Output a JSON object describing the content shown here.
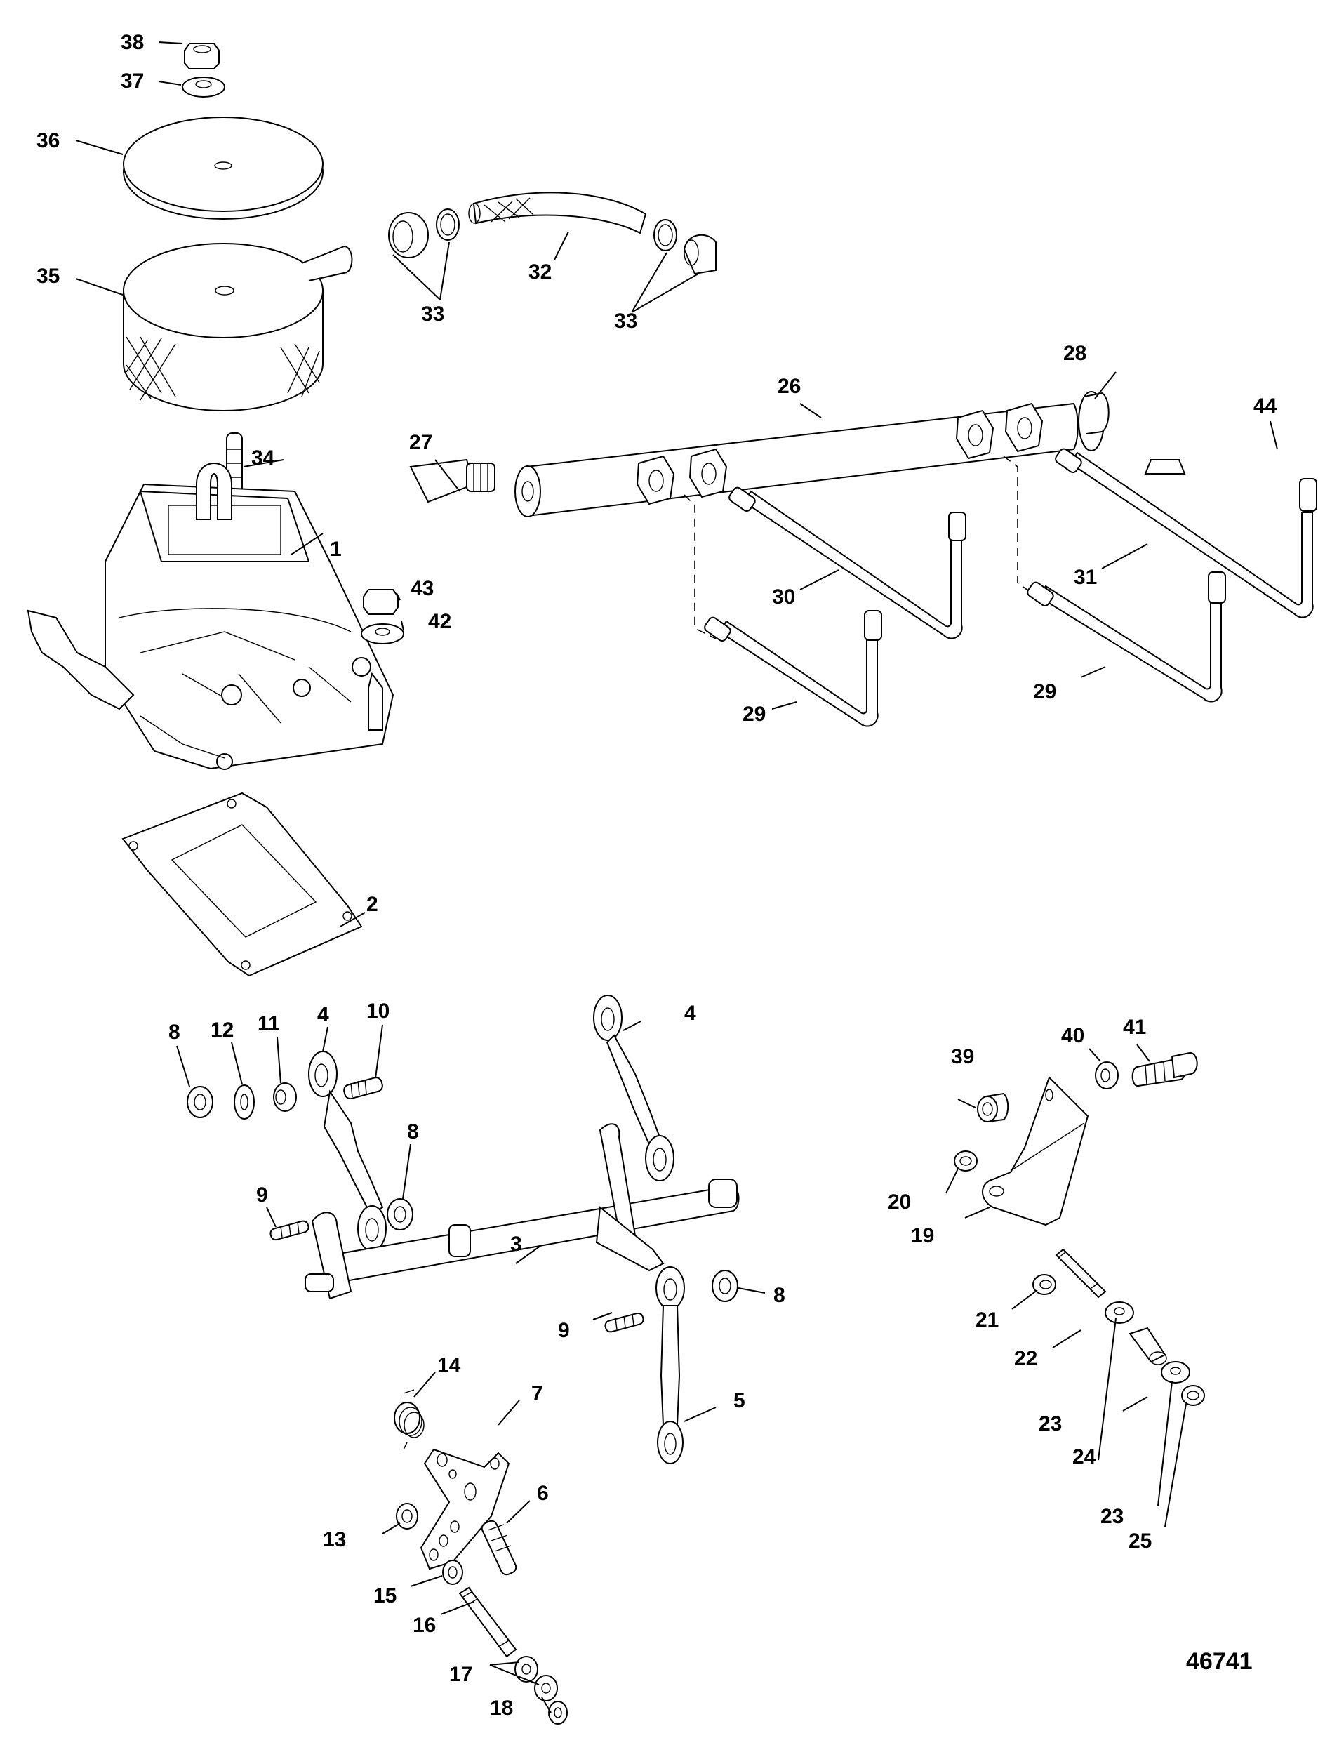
{
  "figure_id": "46741",
  "callouts": {
    "c1": "1",
    "c2": "2",
    "c3": "3",
    "c4a": "4",
    "c4b": "4",
    "c5": "5",
    "c6": "6",
    "c7": "7",
    "c8a": "8",
    "c8b": "8",
    "c8c": "8",
    "c9a": "9",
    "c9b": "9",
    "c10": "10",
    "c11": "11",
    "c12": "12",
    "c13": "13",
    "c14": "14",
    "c15": "15",
    "c16": "16",
    "c17": "17",
    "c18": "18",
    "c19": "19",
    "c20": "20",
    "c21": "21",
    "c22": "22",
    "c23a": "23",
    "c23b": "23",
    "c24": "24",
    "c25": "25",
    "c26": "26",
    "c27": "27",
    "c28": "28",
    "c29a": "29",
    "c29b": "29",
    "c30": "30",
    "c31": "31",
    "c32": "32",
    "c33a": "33",
    "c33b": "33",
    "c34": "34",
    "c35": "35",
    "c36": "36",
    "c37": "37",
    "c38": "38",
    "c39": "39",
    "c40": "40",
    "c41": "41",
    "c42": "42",
    "c43": "43",
    "c44": "44"
  }
}
